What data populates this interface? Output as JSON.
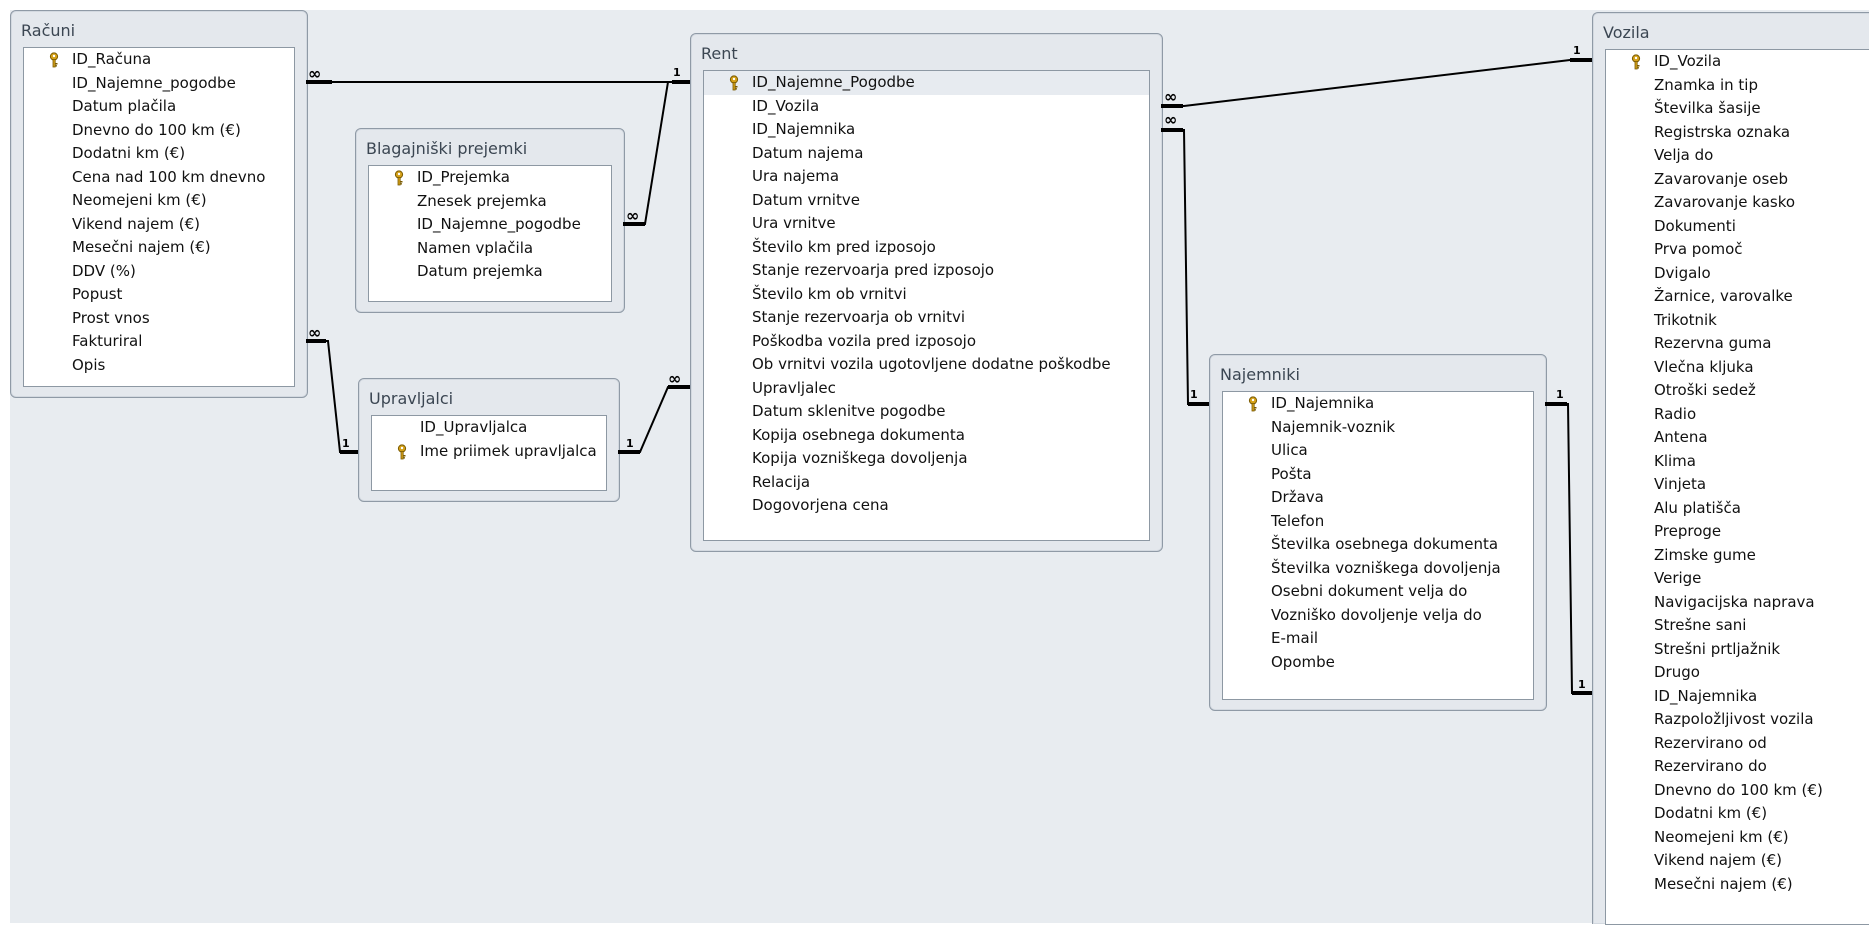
{
  "tables": {
    "racuni": {
      "title": "Računi",
      "fields": [
        "ID_Računa",
        "ID_Najemne_pogodbe",
        "Datum plačila",
        "Dnevno do 100 km (€)",
        "Dodatni km (€)",
        "Cena nad 100 km dnevno",
        "Neomejeni km (€)",
        "Vikend najem (€)",
        "Mesečni najem (€)",
        "DDV (%)",
        "Popust",
        "Prost vnos",
        "Fakturiral",
        "Opis"
      ]
    },
    "blagajniski": {
      "title": "Blagajniški prejemki",
      "fields": [
        "ID_Prejemka",
        "Znesek prejemka",
        "ID_Najemne_pogodbe",
        "Namen vplačila",
        "Datum prejemka"
      ]
    },
    "upravljalci": {
      "title": "Upravljalci",
      "fields": [
        "ID_Upravljalca",
        "Ime priimek upravljalca"
      ]
    },
    "rent": {
      "title": "Rent",
      "fields": [
        "ID_Najemne_Pogodbe",
        "ID_Vozila",
        "ID_Najemnika",
        "Datum najema",
        "Ura najema",
        "Datum vrnitve",
        "Ura vrnitve",
        "Število km pred izposojo",
        "Stanje rezervoarja pred izposojo",
        "Število km ob vrnitvi",
        "Stanje rezervoarja ob vrnitvi",
        "Poškodba vozila pred izposojo",
        "Ob vrnitvi vozila ugotovljene dodatne poškodbe",
        "Upravljalec",
        "Datum sklenitve pogodbe",
        "Kopija osebnega dokumenta",
        "Kopija vozniškega dovoljenja",
        "Relacija",
        "Dogovorjena cena"
      ]
    },
    "najemniki": {
      "title": "Najemniki",
      "fields": [
        "ID_Najemnika",
        "Najemnik-voznik",
        "Ulica",
        "Pošta",
        "Država",
        "Telefon",
        "Številka osebnega dokumenta",
        "Številka vozniškega dovoljenja",
        "Osebni dokument velja do",
        "Vozniško dovoljenje velja do",
        "E-mail",
        "Opombe"
      ]
    },
    "vozila": {
      "title": "Vozila",
      "fields": [
        "ID_Vozila",
        "Znamka in tip",
        "Številka šasije",
        "Registrska oznaka",
        "Velja do",
        "Zavarovanje oseb",
        "Zavarovanje kasko",
        "Dokumenti",
        "Prva pomoč",
        "Dvigalo",
        "Žarnice, varovalke",
        "Trikotnik",
        "Rezervna guma",
        "Vlečna kljuka",
        "Otroški sedež",
        "Radio",
        "Antena",
        "Klima",
        "Vinjeta",
        "Alu platišča",
        "Preproge",
        "Zimske gume",
        "Verige",
        "Navigacijska naprava",
        "Strešne sani",
        "Strešni prtljažnik",
        "Drugo",
        "ID_Najemnika",
        "Razpoložljivost vozila",
        "Rezervirano od",
        "Rezervirano do",
        "Dnevno do 100 km (€)",
        "Dodatni km (€)",
        "Neomejeni km (€)",
        "Vikend najem (€)",
        "Mesečni najem (€)"
      ]
    }
  },
  "relationships": {
    "one": "1",
    "many": "∞"
  },
  "colors": {
    "canvas": "#e8ecf0",
    "line": "#000000",
    "key": "#d4a017"
  },
  "icons": {
    "primary_key": "key-icon"
  }
}
